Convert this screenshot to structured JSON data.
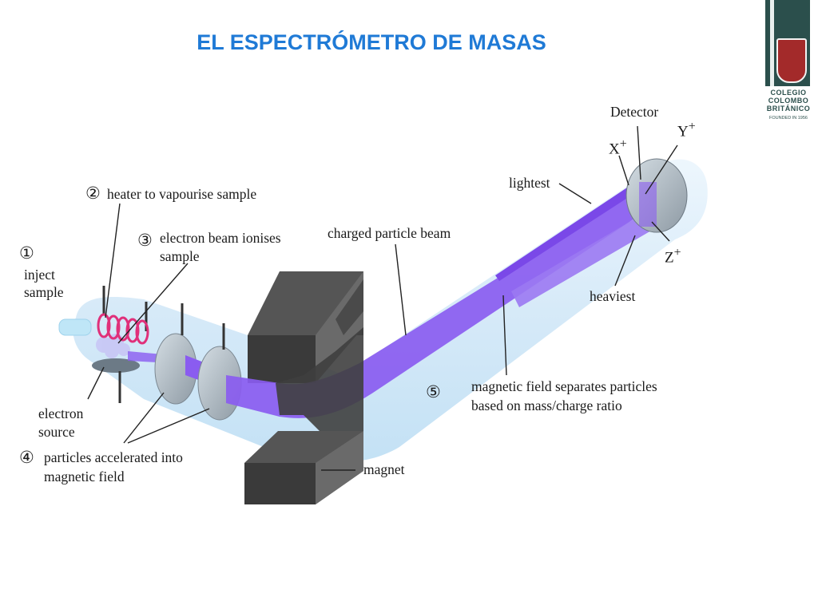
{
  "title": "EL ESPECTRÓMETRO DE MASAS",
  "logo": {
    "line1": "COLEGIO",
    "line2": "COLOMBO",
    "line3": "BRITÁNICO",
    "founded": "FOUNDED IN 1956"
  },
  "labels": {
    "detector": "Detector",
    "x_ion": "X",
    "y_ion": "Y",
    "z_ion": "Z",
    "plus": "+",
    "lightest": "lightest",
    "heaviest": "heaviest",
    "step1_num": "①",
    "step1_line1": "inject",
    "step1_line2": "sample",
    "step2_num": "②",
    "step2_text": "heater to vapourise sample",
    "step3_num": "③",
    "step3_line1": "electron beam ionises",
    "step3_line2": "sample",
    "charged_beam": "charged particle beam",
    "electron_source_line1": "electron",
    "electron_source_line2": "source",
    "step4_num": "④",
    "step4_line1": "particles accelerated into",
    "step4_line2": "magnetic field",
    "step5_num": "⑤",
    "field_line1": "magnetic field separates particles",
    "field_line2": "based on mass/charge ratio",
    "magnet": "magnet"
  },
  "colors": {
    "title": "#1f7ad6",
    "beam": "#8a5cf0",
    "tube": "#cfe6f7",
    "magnet": "#3a3a3a",
    "heater": "#e0307a"
  }
}
